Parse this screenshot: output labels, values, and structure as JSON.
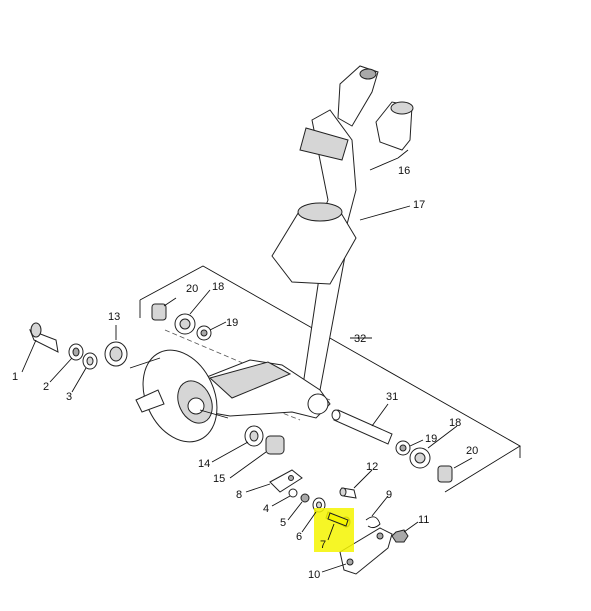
{
  "diagram": {
    "callouts": [
      {
        "id": "1",
        "text": "1"
      },
      {
        "id": "2",
        "text": "2"
      },
      {
        "id": "3",
        "text": "3"
      },
      {
        "id": "4",
        "text": "4"
      },
      {
        "id": "5",
        "text": "5"
      },
      {
        "id": "6",
        "text": "6"
      },
      {
        "id": "7",
        "text": "7"
      },
      {
        "id": "8",
        "text": "8"
      },
      {
        "id": "9",
        "text": "9"
      },
      {
        "id": "10",
        "text": "10"
      },
      {
        "id": "11",
        "text": "11"
      },
      {
        "id": "12",
        "text": "12"
      },
      {
        "id": "13",
        "text": "13"
      },
      {
        "id": "14",
        "text": "14"
      },
      {
        "id": "15",
        "text": "15"
      },
      {
        "id": "16",
        "text": "16"
      },
      {
        "id": "17",
        "text": "17"
      },
      {
        "id": "18a",
        "text": "18"
      },
      {
        "id": "18b",
        "text": "18"
      },
      {
        "id": "19a",
        "text": "19"
      },
      {
        "id": "19b",
        "text": "19"
      },
      {
        "id": "20a",
        "text": "20"
      },
      {
        "id": "20b",
        "text": "20"
      },
      {
        "id": "31",
        "text": "31"
      },
      {
        "id": "32",
        "text": "32"
      }
    ],
    "highlight": {
      "part": "7",
      "color": "#f5f500"
    }
  }
}
